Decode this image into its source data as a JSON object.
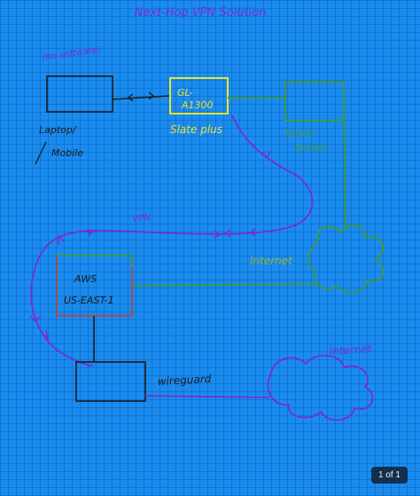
{
  "diagram": {
    "title": "Next-Hop VPN Solution.",
    "nodes": {
      "laptop": {
        "note": "(no software)",
        "label_line1": "Laptop/",
        "label_line2": "Mobile"
      },
      "router_gl": {
        "label_line1": "GL-",
        "label_line2": "A1300",
        "sublabel": "Slate plus"
      },
      "home_router": {
        "label_line1": "Home",
        "label_line2": "Router"
      },
      "aws": {
        "label_line1": "AWS",
        "label_line2": "US-EAST-1"
      },
      "wireguard": {
        "label": "wireguard"
      },
      "internet_top": {
        "label": "Internet"
      },
      "internet_bottom": {
        "label": "Internet"
      }
    },
    "links": {
      "vpn_label": "VPN"
    },
    "colors": {
      "ink_black": "#1b1b1b",
      "ink_purple": "#7a2bd6",
      "ink_green": "#3e9a3a",
      "ink_yellow": "#e8e430",
      "ink_red": "#d23a2a",
      "ink_olive": "#8fb13a"
    }
  },
  "viewer": {
    "page_indicator": "1 of 1"
  }
}
